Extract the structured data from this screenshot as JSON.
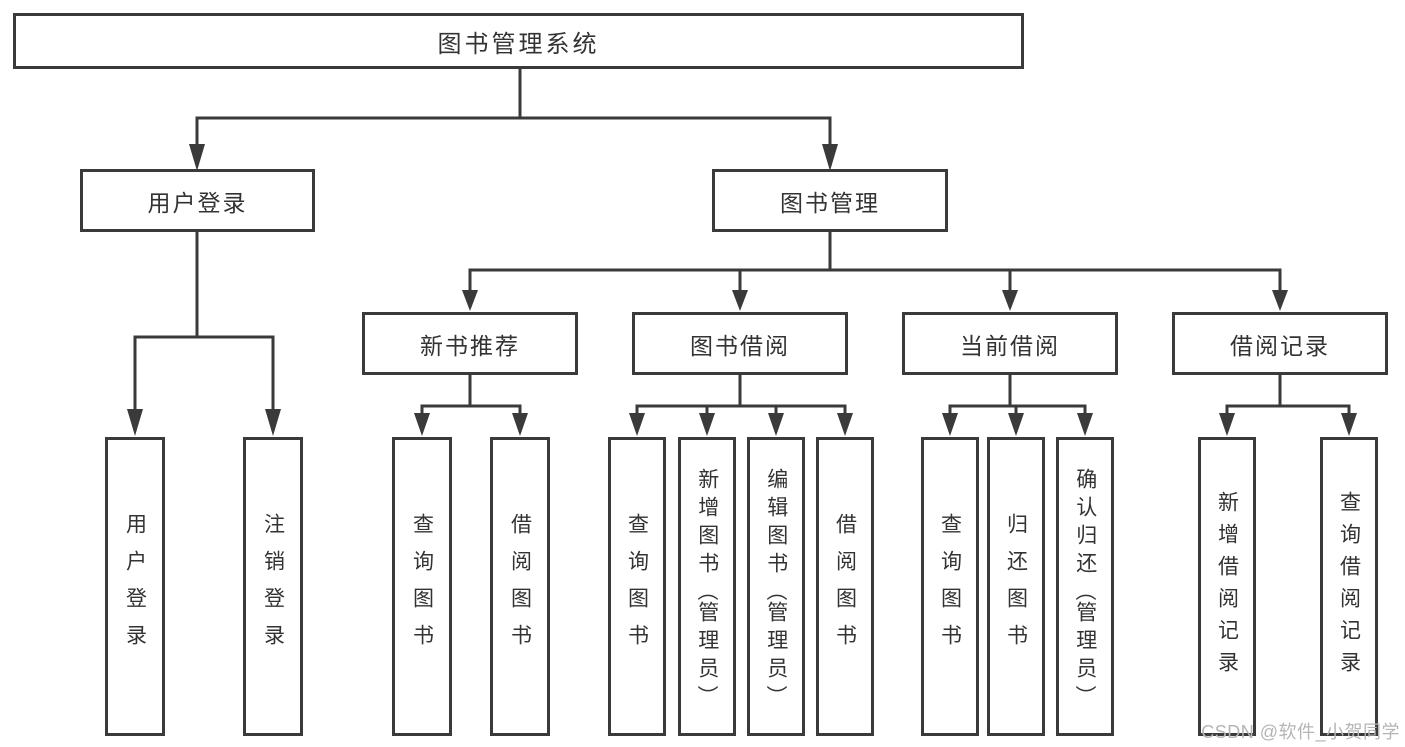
{
  "diagram": {
    "root": {
      "label": "图书管理系统",
      "children": [
        {
          "label": "用户登录",
          "children": [
            {
              "label": "用户登录"
            },
            {
              "label": "注销登录"
            }
          ]
        },
        {
          "label": "图书管理",
          "children": [
            {
              "label": "新书推荐",
              "children": [
                {
                  "label": "查询图书"
                },
                {
                  "label": "借阅图书"
                }
              ]
            },
            {
              "label": "图书借阅",
              "children": [
                {
                  "label": "查询图书"
                },
                {
                  "label": "新增图书（管理员）"
                },
                {
                  "label": "编辑图书（管理员）"
                },
                {
                  "label": "借阅图书"
                }
              ]
            },
            {
              "label": "当前借阅",
              "children": [
                {
                  "label": "查询图书"
                },
                {
                  "label": "归还图书"
                },
                {
                  "label": "确认归还（管理员）"
                }
              ]
            },
            {
              "label": "借阅记录",
              "children": [
                {
                  "label": "新增借阅记录"
                },
                {
                  "label": "查询借阅记录"
                }
              ]
            }
          ]
        }
      ]
    },
    "watermark": "CSDN @软件_小贺同学",
    "colors": {
      "line": "#3a3a3a",
      "text": "#333333",
      "watermark": "#b5b5b5",
      "background": "#ffffff"
    }
  }
}
